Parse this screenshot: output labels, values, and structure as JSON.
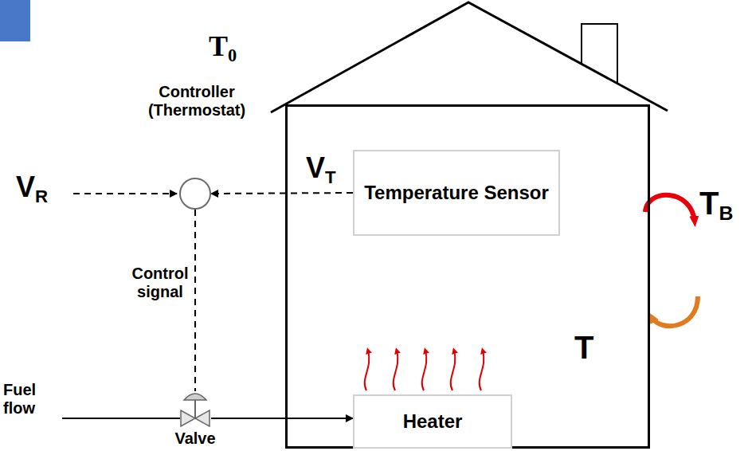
{
  "diagram": {
    "nodes": [
      {
        "text": [
          "Controller (Thermostat)"
        ]
      },
      {
        "text": [
          "T"
        ]
      },
      {
        "text": [
          "Temperature Sensor"
        ],
        "in": 1
      },
      {
        "text": [
          "Heater"
        ],
        "in": 1
      },
      {
        "text": [
          "Valve"
        ]
      }
    ],
    "edges": [
      {
        "from": 2,
        "to": 0,
        "arrow": "to",
        "label": "VT"
      },
      {
        "from": 0,
        "to": 4,
        "arrow": "none",
        "label": "Control signal"
      },
      {
        "from": 4,
        "to": 3,
        "arrow": "to"
      }
    ],
    "labels": [
      "T0",
      "VR",
      "Fuel flow",
      "TB"
    ]
  }
}
